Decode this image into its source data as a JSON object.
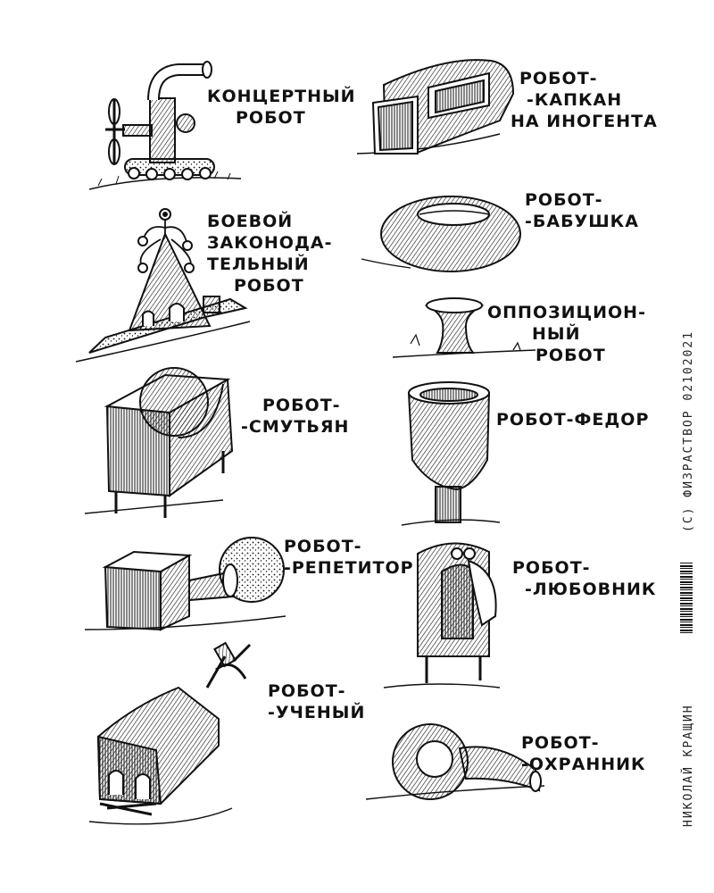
{
  "robots": [
    {
      "id": "concert",
      "lines": [
        "КОНЦЕРТНЫЙ",
        "РОБОТ"
      ]
    },
    {
      "id": "trap",
      "lines": [
        "РОБОТ-",
        "-КАПКАН",
        "НА ИНОГЕНТА"
      ]
    },
    {
      "id": "legislative",
      "lines": [
        "БОЕВОЙ",
        "ЗАКОНОДА-",
        "ТЕЛЬНЫЙ",
        "РОБОТ"
      ]
    },
    {
      "id": "grandma",
      "lines": [
        "РОБОТ-",
        "-БАБУШКА"
      ]
    },
    {
      "id": "opposition",
      "lines": [
        "ОППОЗИЦИОН-",
        "НЫЙ",
        "РОБОТ"
      ]
    },
    {
      "id": "troublemaker",
      "lines": [
        "РОБОТ-",
        "-СМУТЬЯН"
      ]
    },
    {
      "id": "fedor",
      "lines": [
        "РОБОТ-ФЕДОР"
      ]
    },
    {
      "id": "tutor",
      "lines": [
        "РОБОТ-",
        "-РЕПЕТИТОР"
      ]
    },
    {
      "id": "lover",
      "lines": [
        "РОБОТ-",
        "-ЛЮБОВНИК"
      ]
    },
    {
      "id": "scientist",
      "lines": [
        "РОБОТ-",
        "-УЧЕНЫЙ"
      ]
    },
    {
      "id": "guard",
      "lines": [
        "РОБОТ-",
        "-ОХРАННИК"
      ]
    }
  ],
  "copyright": "(C) ФИЗРАСТВОР 02102021",
  "author": "НИКОЛАЙ КРАЩИН",
  "colors": {
    "ink": "#111111",
    "paper": "#ffffff",
    "shade": "#777777"
  }
}
